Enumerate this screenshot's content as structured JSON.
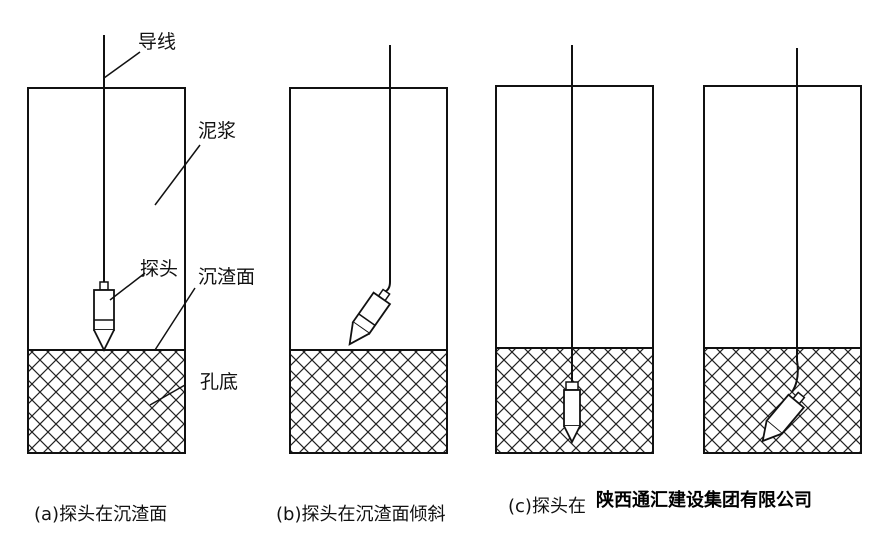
{
  "labels": {
    "wire": "导线",
    "slurry": "泥浆",
    "probe": "探头",
    "sediment_surface": "沉渣面",
    "hole_bottom": "孔底"
  },
  "captions": {
    "a": "(a)探头在沉渣面",
    "b": "(b)探头在沉渣面倾斜",
    "c": "(c)探头在"
  },
  "watermark": "陕西通汇建设集团有限公司"
}
